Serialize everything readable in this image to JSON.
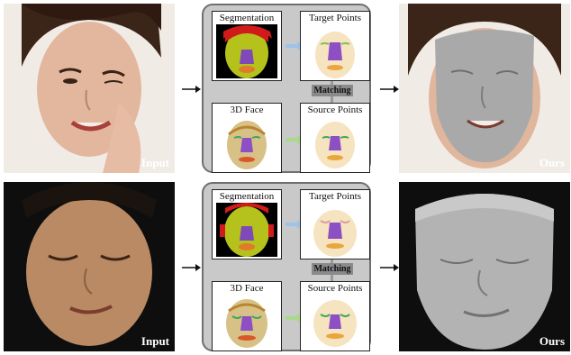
{
  "rows": [
    {
      "input_label": "Input",
      "output_label": "Ours",
      "segmentation_caption": "Segmentation",
      "target_caption": "Target Points",
      "face3d_caption": "3D Face",
      "source_caption": "Source Points",
      "matching_label": "Matching"
    },
    {
      "input_label": "Input",
      "output_label": "Ours",
      "segmentation_caption": "Segmentation",
      "target_caption": "Target Points",
      "face3d_caption": "3D Face",
      "source_caption": "Source Points",
      "matching_label": "Matching"
    }
  ],
  "colors": {
    "panel_bg": "#c9c9c9",
    "arrow_blue": "#9cc3e8",
    "arrow_green": "#a8d98a",
    "matching_bg": "#8a8a8a",
    "seg_hair": "#d11a1a",
    "seg_face": "#b5c21c",
    "seg_nose": "#7f4ab8",
    "seg_mouth": "#e07b2a"
  }
}
